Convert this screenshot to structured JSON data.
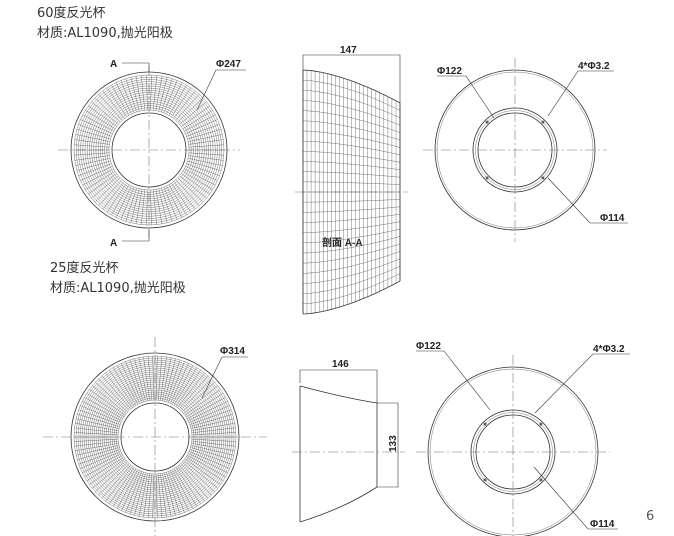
{
  "sections": [
    {
      "title": "60度反光杯",
      "material": "材质:AL1090,抛光阳极",
      "front_view": {
        "outer_diameter": "Φ247",
        "section_mark_top": "A",
        "section_mark_bottom": "A"
      },
      "side_view": {
        "length": "147",
        "caption": "剖面 A-A"
      },
      "back_view": {
        "label_122": "Φ122",
        "label_holes": "4*Φ3.2",
        "label_114": "Φ114"
      }
    },
    {
      "title": "25度反光杯",
      "material": "材质:AL1090,抛光阳极",
      "front_view": {
        "outer_diameter": "Φ314"
      },
      "side_view": {
        "length": "146",
        "height": "133"
      },
      "back_view": {
        "label_122": "Φ122",
        "label_holes": "4*Φ3.2",
        "label_114": "Φ114"
      }
    }
  ],
  "page_number": "6"
}
